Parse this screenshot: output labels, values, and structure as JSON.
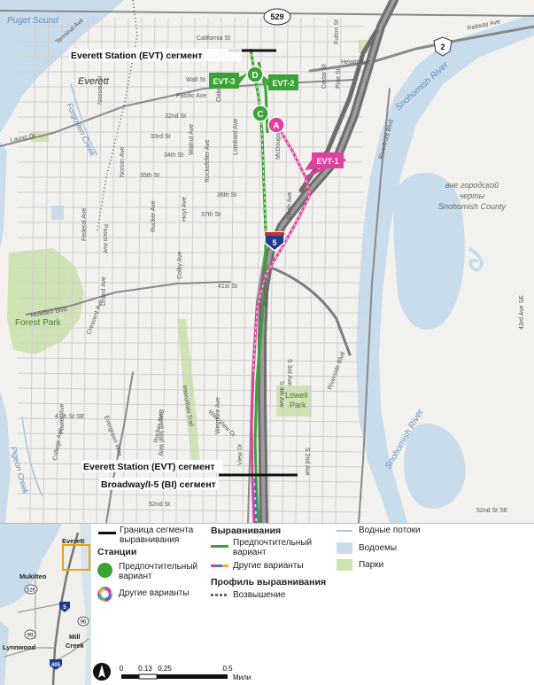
{
  "map": {
    "water_labels": {
      "puget_sound": "Puget Sound",
      "snohomish_river_1": "Snohomish River",
      "snohomish_river_2": "Snohomish River",
      "forgotten_creek": "Forgotten Creek",
      "pigeon_creek": "Pigeon Creek"
    },
    "places": {
      "everett": "Everett",
      "forest_park": "Forest Park",
      "lowell_park": "Lowell Park",
      "outside_city": "вне городской черты Snohomish County"
    },
    "segment_labels": {
      "evt_top": "Everett Station (EVT) сегмент",
      "evt_bottom": "Everett Station (EVT) сегмент",
      "bi_bottom": "Broadway/I-5 (BI) сегмент"
    },
    "stations": {
      "d": "D",
      "c": "C",
      "a": "A"
    },
    "alignment_labels": {
      "evt3": "EVT-3",
      "evt2": "EVT-2",
      "evt1": "EVT-1"
    },
    "shields": {
      "sr529": "529",
      "us2": "2",
      "i5": "5"
    },
    "streets": [
      "Terminal Ave",
      "California St",
      "Railway Ave",
      "Hewitt Ave",
      "Fulton St",
      "Cedar St",
      "Pine St",
      "Wall St",
      "Pacific Ave",
      "Nassau St",
      "32nd St",
      "33rd St",
      "34th St",
      "35th St",
      "36th St",
      "37th St",
      "Laurel Dr",
      "Walnut Ave",
      "Oakes Ave",
      "Rockefeller Ave",
      "Norton Ave",
      "Lombard Ave",
      "McDougall Ave",
      "Smith Ave",
      "Riverfront Blvd",
      "Rucker Ave",
      "Hoyt Ave",
      "Federal Ave",
      "Pasco Ave",
      "Colby Ave",
      "Broadway",
      "41st St",
      "Mukilteo Blvd",
      "Crescent Ave",
      "Grand Ave",
      "Interurban Trail",
      "S 3rd Ave",
      "S 4th Ave",
      "Riverside Blvd",
      "47th St SE",
      "College Ave",
      "Fowler Ave",
      "Evergreen Way",
      "Rucker Ave",
      "Everett Mall Way",
      "Wetmore Ave",
      "Weir View Dr",
      "View Dr",
      "S 2nd Ave",
      "52nd St",
      "52nd St SE",
      "43rd Ave SE"
    ]
  },
  "inset": {
    "everett": "Everett",
    "mukilteo": "Mukilteo",
    "mill_creek": "Mill Creek",
    "lynnwood": "Lynnwood",
    "s526": "526",
    "s5": "5",
    "s96": "96",
    "s99": "99",
    "s405": "405"
  },
  "legend": {
    "segment_boundary": "Граница сегмента выравнивания",
    "stations_heading": "Станции",
    "preferred_station": "Предпочтительный вариант",
    "other_stations": "Другие варианты",
    "alignments_heading": "Выравнивания",
    "preferred_alignment": "Предпочтительный вариант",
    "other_alignments": "Другие варианты",
    "profile_heading": "Профиль выравнивания",
    "elevated": "Возвышение",
    "waterways": "Водные потоки",
    "waterbodies": "Водоемы",
    "parks": "Парки",
    "scale": [
      "0",
      "0.13",
      "0.25",
      "0.5"
    ],
    "scale_unit": "Мили"
  },
  "colors": {
    "preferred": "#3aa335",
    "other": "#e0409f",
    "water": "#c8dceb",
    "park": "#cfe3b3",
    "blue_line": "#3f6fd0"
  }
}
